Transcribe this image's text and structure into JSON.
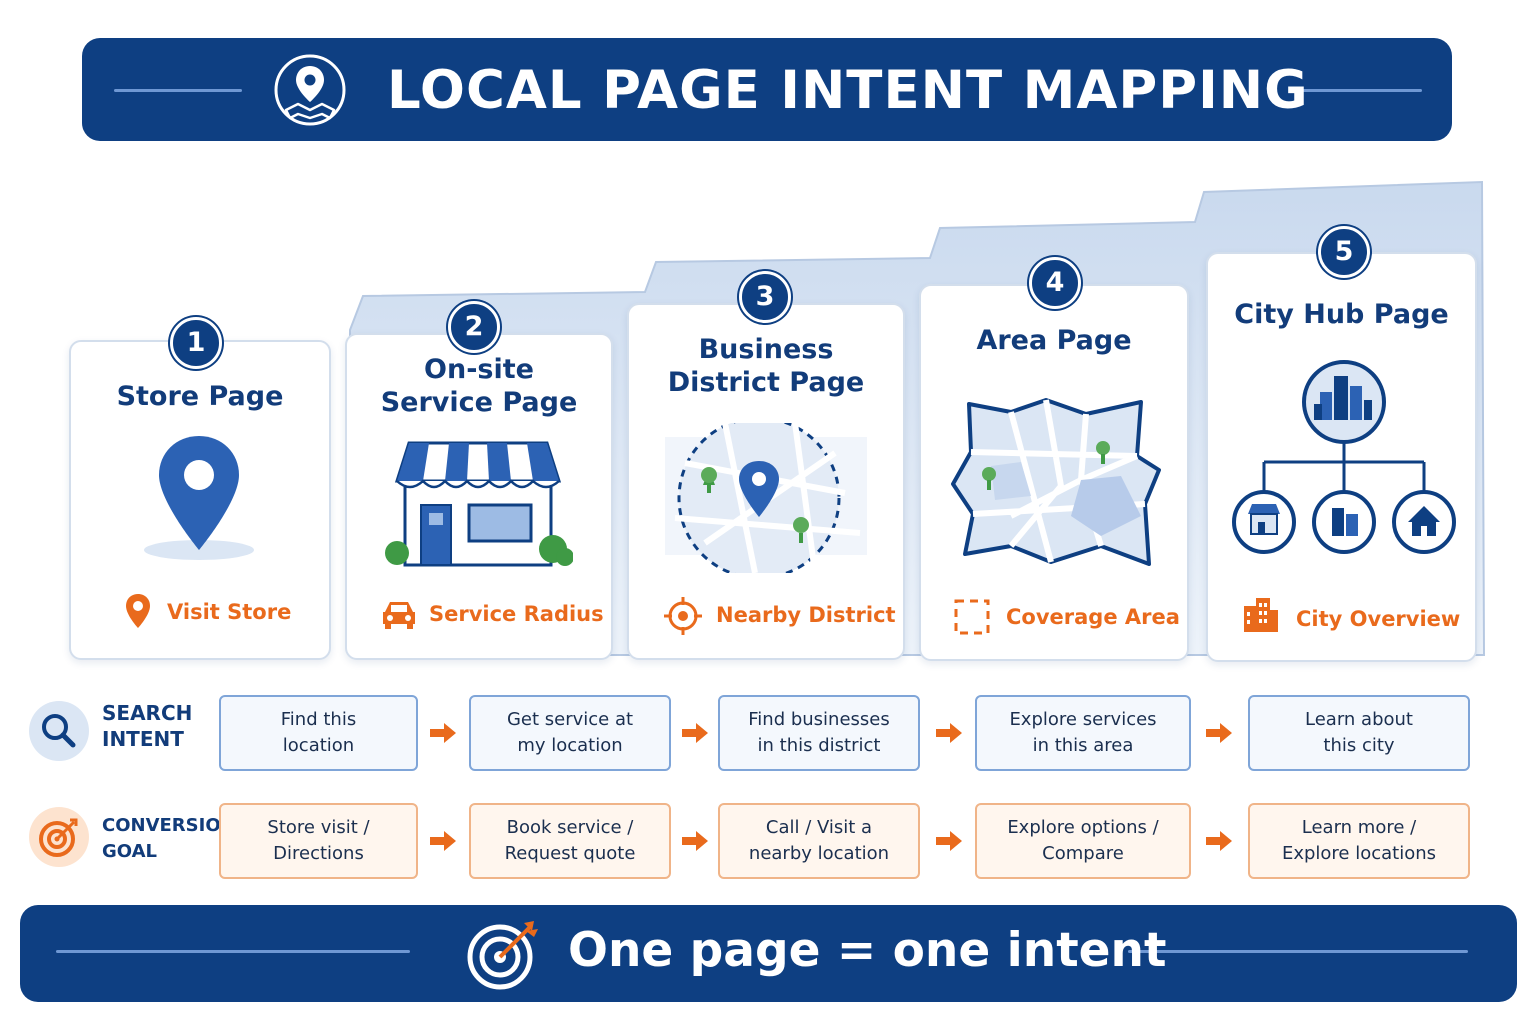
{
  "header": {
    "title": "LOCAL PAGE INTENT MAPPING"
  },
  "footer": {
    "text": "One page = one intent"
  },
  "colors": {
    "navy": "#0e3f82",
    "orange": "#e96a1c",
    "light_blue": "#dbe6f4"
  },
  "cards": [
    {
      "number": "1",
      "title_lines": [
        "Store Page"
      ],
      "label": "Visit Store",
      "icon": "map-pin-icon",
      "label_icon": "pin-icon"
    },
    {
      "number": "2",
      "title_lines": [
        "On-site",
        "Service Page"
      ],
      "label": "Service Radius",
      "icon": "storefront-icon",
      "label_icon": "car-icon"
    },
    {
      "number": "3",
      "title_lines": [
        "Business",
        "District Page"
      ],
      "label": "Nearby District",
      "icon": "district-map-icon",
      "label_icon": "crosshair-icon"
    },
    {
      "number": "4",
      "title_lines": [
        "Area Page"
      ],
      "label": "Coverage Area",
      "icon": "area-map-icon",
      "label_icon": "dashed-square-icon"
    },
    {
      "number": "5",
      "title_lines": [
        "City Hub Page"
      ],
      "label": "City Overview",
      "icon": "city-hierarchy-icon",
      "label_icon": "buildings-icon"
    }
  ],
  "search_intent": {
    "title_lines": [
      "SEARCH",
      "INTENT"
    ],
    "icon": "search-icon",
    "items": [
      [
        "Find this",
        "location"
      ],
      [
        "Get service at",
        "my location"
      ],
      [
        "Find businesses",
        "in this district"
      ],
      [
        "Explore services",
        "in this area"
      ],
      [
        "Learn about",
        "this city"
      ]
    ]
  },
  "conversion_goal": {
    "title_lines": [
      "CONVERSION",
      "GOAL"
    ],
    "icon": "target-icon",
    "items": [
      [
        "Store visit /",
        "Directions"
      ],
      [
        "Book service /",
        "Request quote"
      ],
      [
        "Call / Visit a",
        "nearby location"
      ],
      [
        "Explore options /",
        "Compare"
      ],
      [
        "Learn more /",
        "Explore locations"
      ]
    ]
  }
}
